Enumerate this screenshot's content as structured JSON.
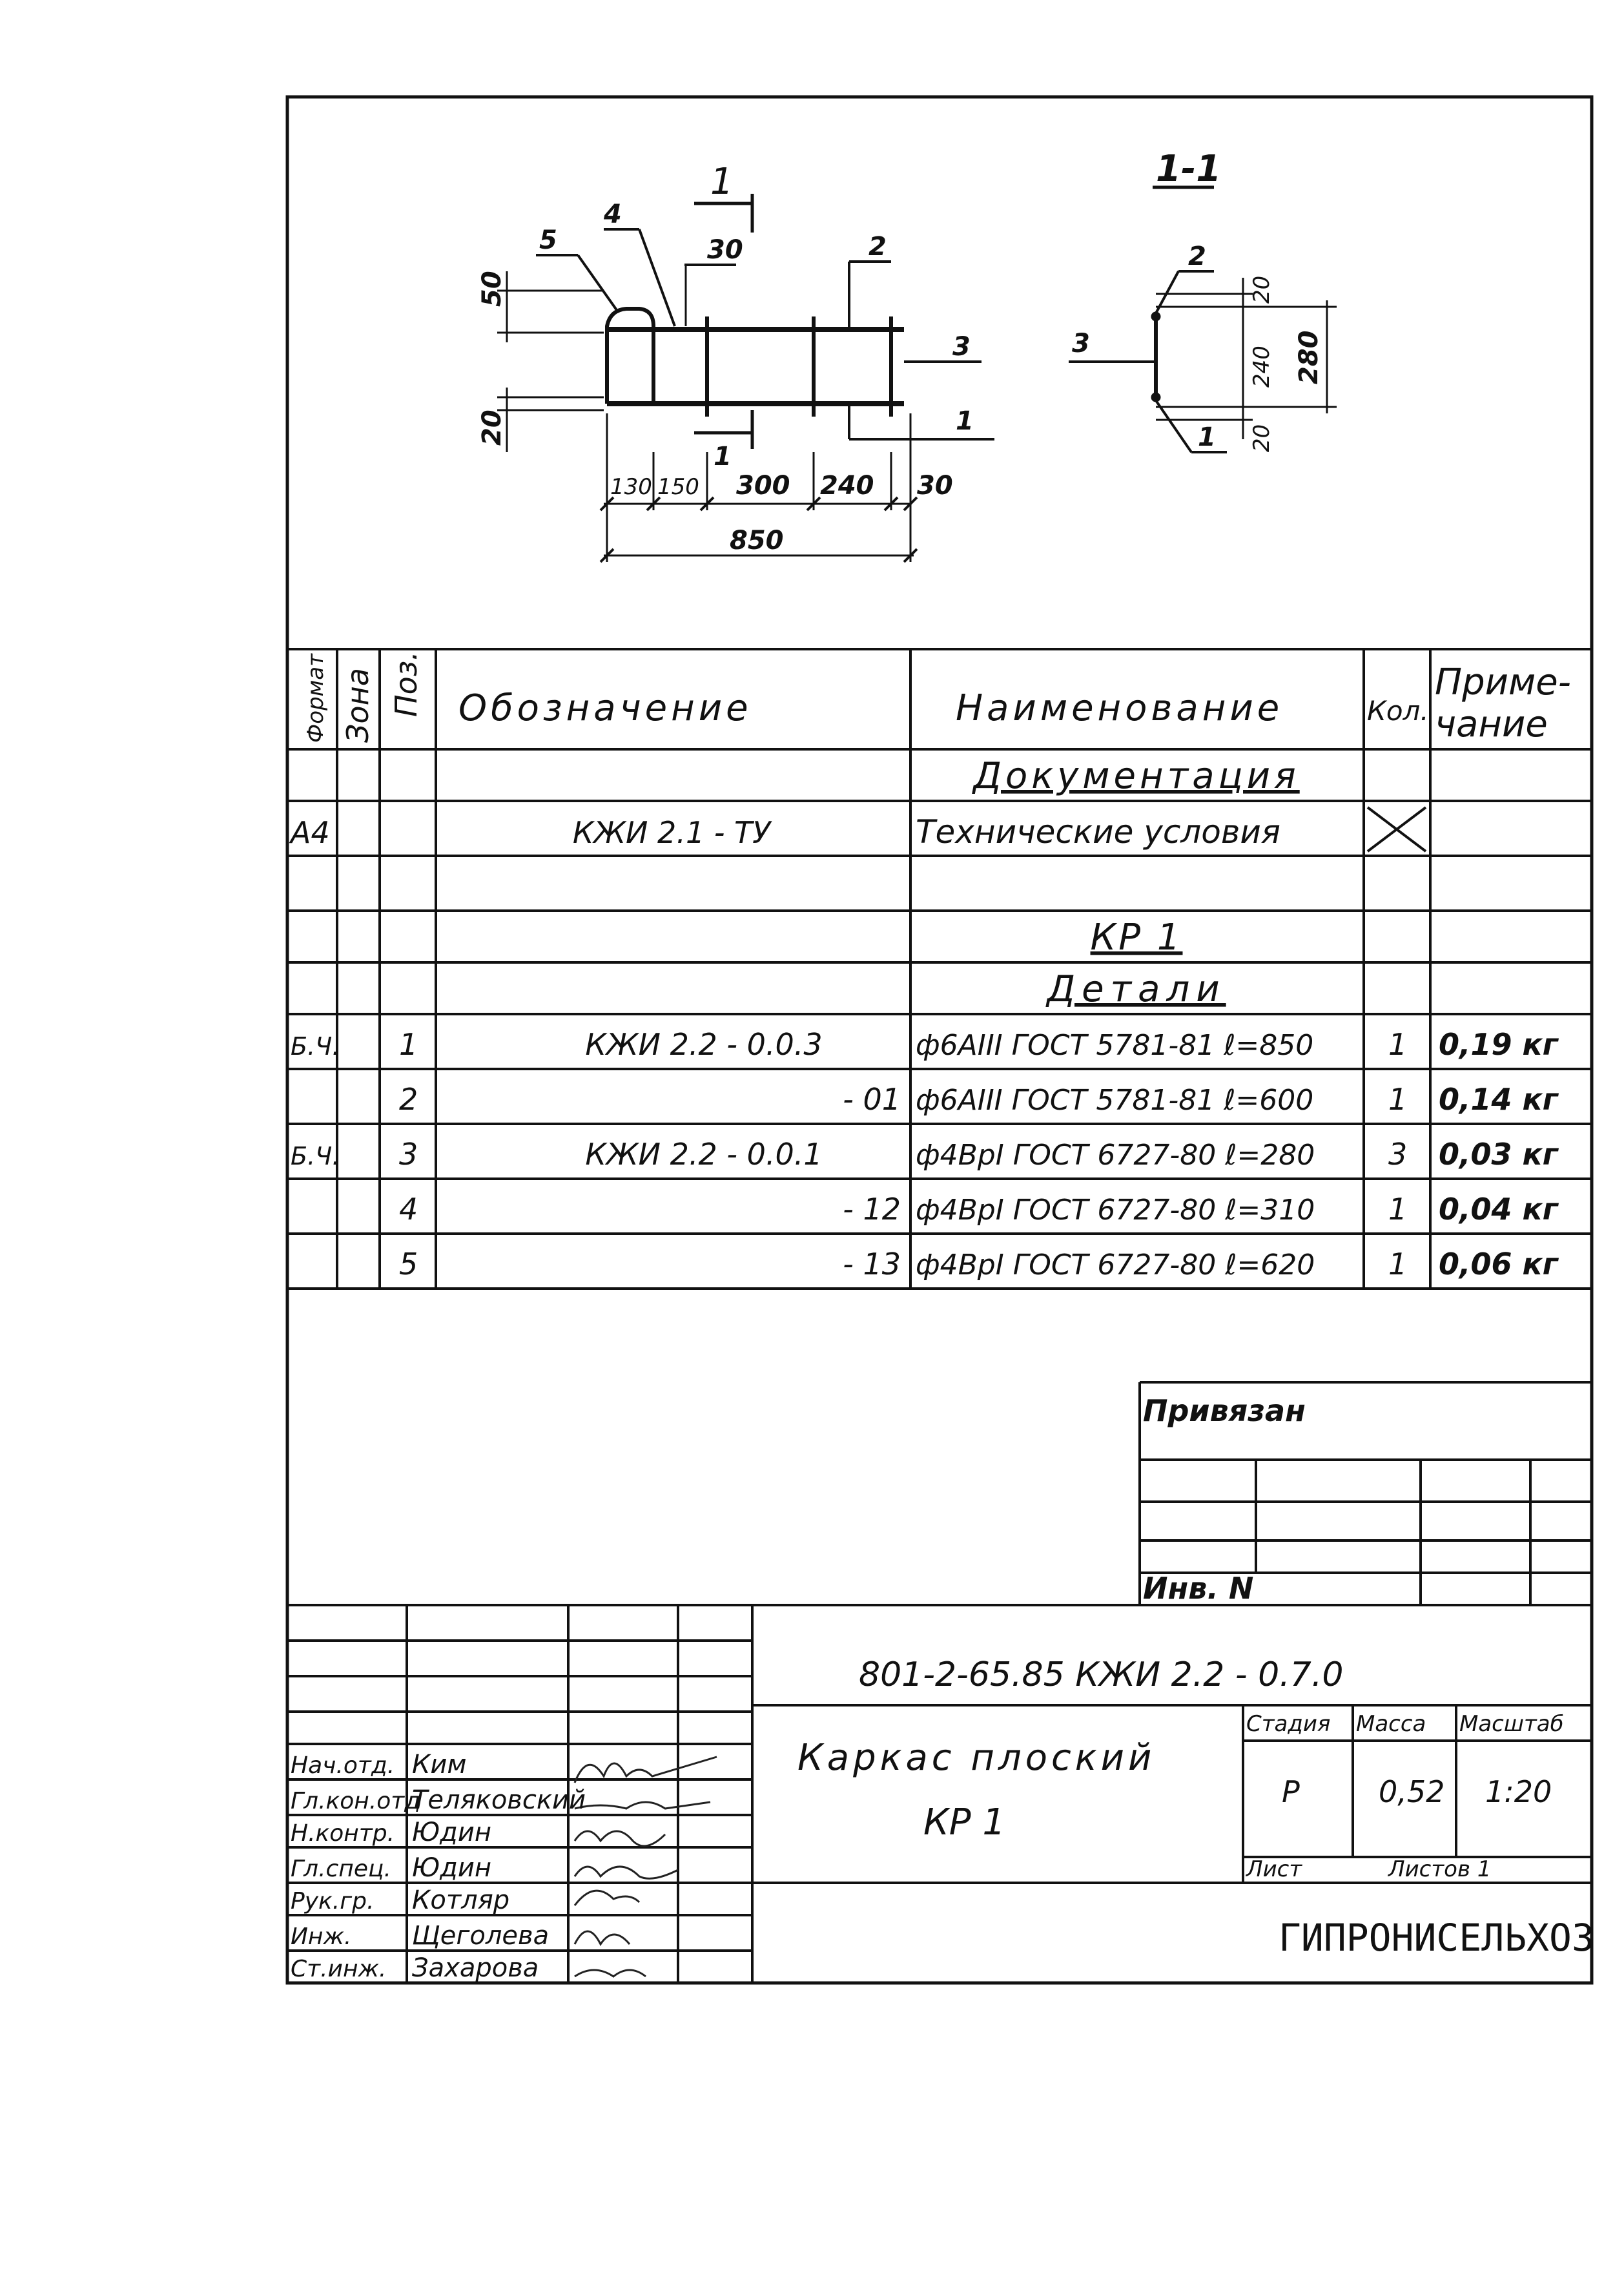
{
  "drawing": {
    "section_title": "1-1",
    "cut_mark": "1",
    "pos_labels": {
      "p1": "1",
      "p2": "2",
      "p3": "3",
      "p4": "4",
      "p5": "5"
    },
    "dims_elevation": {
      "top": "50",
      "bottom": "20",
      "top_offset": "30"
    },
    "dims_length": {
      "d1": "130",
      "d2": "150",
      "d3": "300",
      "d4": "240",
      "d5": "30",
      "total": "850"
    },
    "dims_section": {
      "top": "20",
      "mid": "240",
      "bottom": "20",
      "total": "280"
    }
  },
  "spec": {
    "headers": {
      "format": "Формат",
      "zone": "Зона",
      "pos": "Поз.",
      "designation": "Обозначение",
      "name": "Наименование",
      "qty": "Кол.",
      "note1": "Приме-",
      "note2": "чание"
    },
    "sections": {
      "docs": "Документация",
      "kr": "КР 1",
      "details": "Детали"
    },
    "doc_row": {
      "format": "А4",
      "designation": "КЖИ 2.1 - ТУ",
      "name": "Технические условия"
    },
    "rows": [
      {
        "format": "Б.Ч.",
        "pos": "1",
        "designation": "КЖИ 2.2 - 0.0.3",
        "name": "ф6АIII ГОСТ 5781-81  ℓ=850",
        "qty": "1",
        "note": "0,19 кг"
      },
      {
        "format": "",
        "pos": "2",
        "designation": "- 01",
        "name": "ф6АIII ГОСТ 5781-81  ℓ=600",
        "qty": "1",
        "note": "0,14 кг"
      },
      {
        "format": "Б.Ч.",
        "pos": "3",
        "designation": "КЖИ 2.2 - 0.0.1",
        "name": "ф4ВрI ГОСТ 6727-80  ℓ=280",
        "qty": "3",
        "note": "0,03 кг"
      },
      {
        "format": "",
        "pos": "4",
        "designation": "- 12",
        "name": "ф4ВрI ГОСТ 6727-80  ℓ=310",
        "qty": "1",
        "note": "0,04 кг"
      },
      {
        "format": "",
        "pos": "5",
        "designation": "- 13",
        "name": "ф4ВрI ГОСТ 6727-80  ℓ=620",
        "qty": "1",
        "note": "0,06 кг"
      }
    ]
  },
  "binding": {
    "title": "Привязан",
    "inv": "Инв. N"
  },
  "title_block": {
    "code": "801-2-65.85 КЖИ 2.2 - 0.7.0",
    "name1": "Каркас плоский",
    "name2": "КР 1",
    "stage_label": "Стадия",
    "mass_label": "Масса",
    "scale_label": "Масштаб",
    "stage": "Р",
    "mass": "0,52",
    "scale": "1:20",
    "sheet_label": "Лист",
    "sheets_label": "Листов 1",
    "org": "ГИПРОНИСЕЛЬХОЗ",
    "people": [
      {
        "role": "Нач.отд.",
        "name": "Ким"
      },
      {
        "role": "Гл.кон.отд",
        "name": "Теляковский"
      },
      {
        "role": "Н.контр.",
        "name": "Юдин"
      },
      {
        "role": "Гл.спец.",
        "name": "Юдин"
      },
      {
        "role": "Рук.гр.",
        "name": "Котляр"
      },
      {
        "role": "Инж.",
        "name": "Щеголева"
      },
      {
        "role": "Ст.инж.",
        "name": "Захарова"
      }
    ]
  }
}
